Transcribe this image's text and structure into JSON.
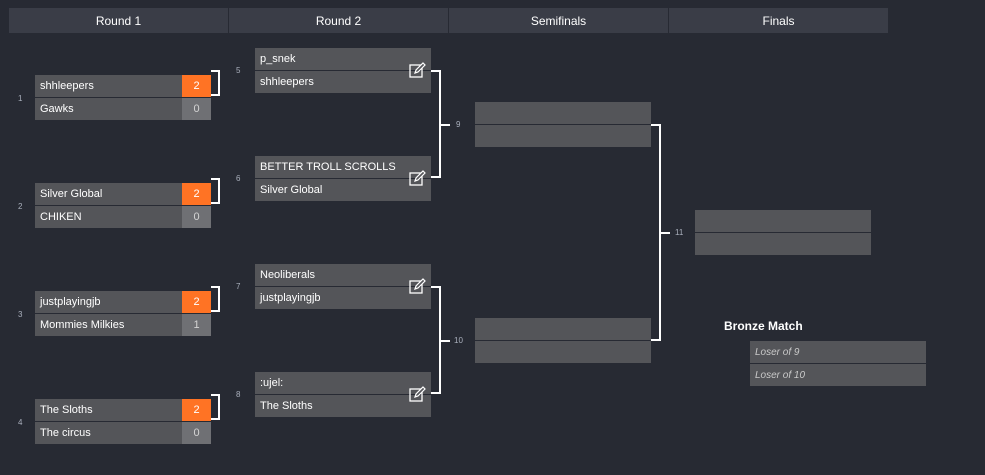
{
  "headers": [
    "Round 1",
    "Round 2",
    "Semifinals",
    "Finals"
  ],
  "round1": [
    {
      "num": "1",
      "t1": "shhleepers",
      "s1": "2",
      "t2": "Gawks",
      "s2": "0"
    },
    {
      "num": "2",
      "t1": "Silver Global",
      "s1": "2",
      "t2": "CHIKEN",
      "s2": "0"
    },
    {
      "num": "3",
      "t1": "justplayingjb",
      "s1": "2",
      "t2": "Mommies Milkies",
      "s2": "1"
    },
    {
      "num": "4",
      "t1": "The Sloths",
      "s1": "2",
      "t2": "The circus",
      "s2": "0"
    }
  ],
  "round2": [
    {
      "num": "5",
      "t1": "p_snek",
      "t2": "shhleepers"
    },
    {
      "num": "6",
      "t1": "BETTER TROLL SCROLLS",
      "t2": "Silver Global"
    },
    {
      "num": "7",
      "t1": "Neoliberals",
      "t2": "justplayingjb"
    },
    {
      "num": "8",
      "t1": ":ujel:",
      "t2": "The Sloths"
    }
  ],
  "semis": [
    {
      "num": "9"
    },
    {
      "num": "10"
    }
  ],
  "finals": {
    "num": "11"
  },
  "bronze": {
    "title": "Bronze Match",
    "t1": "Loser of 9",
    "t2": "Loser of 10"
  },
  "colors": {
    "win": "#ff7324",
    "lose": "#6f7074",
    "team_bg": "#545559",
    "page_bg": "#272a33"
  },
  "icons": {
    "edit": "edit-pencil-icon"
  }
}
